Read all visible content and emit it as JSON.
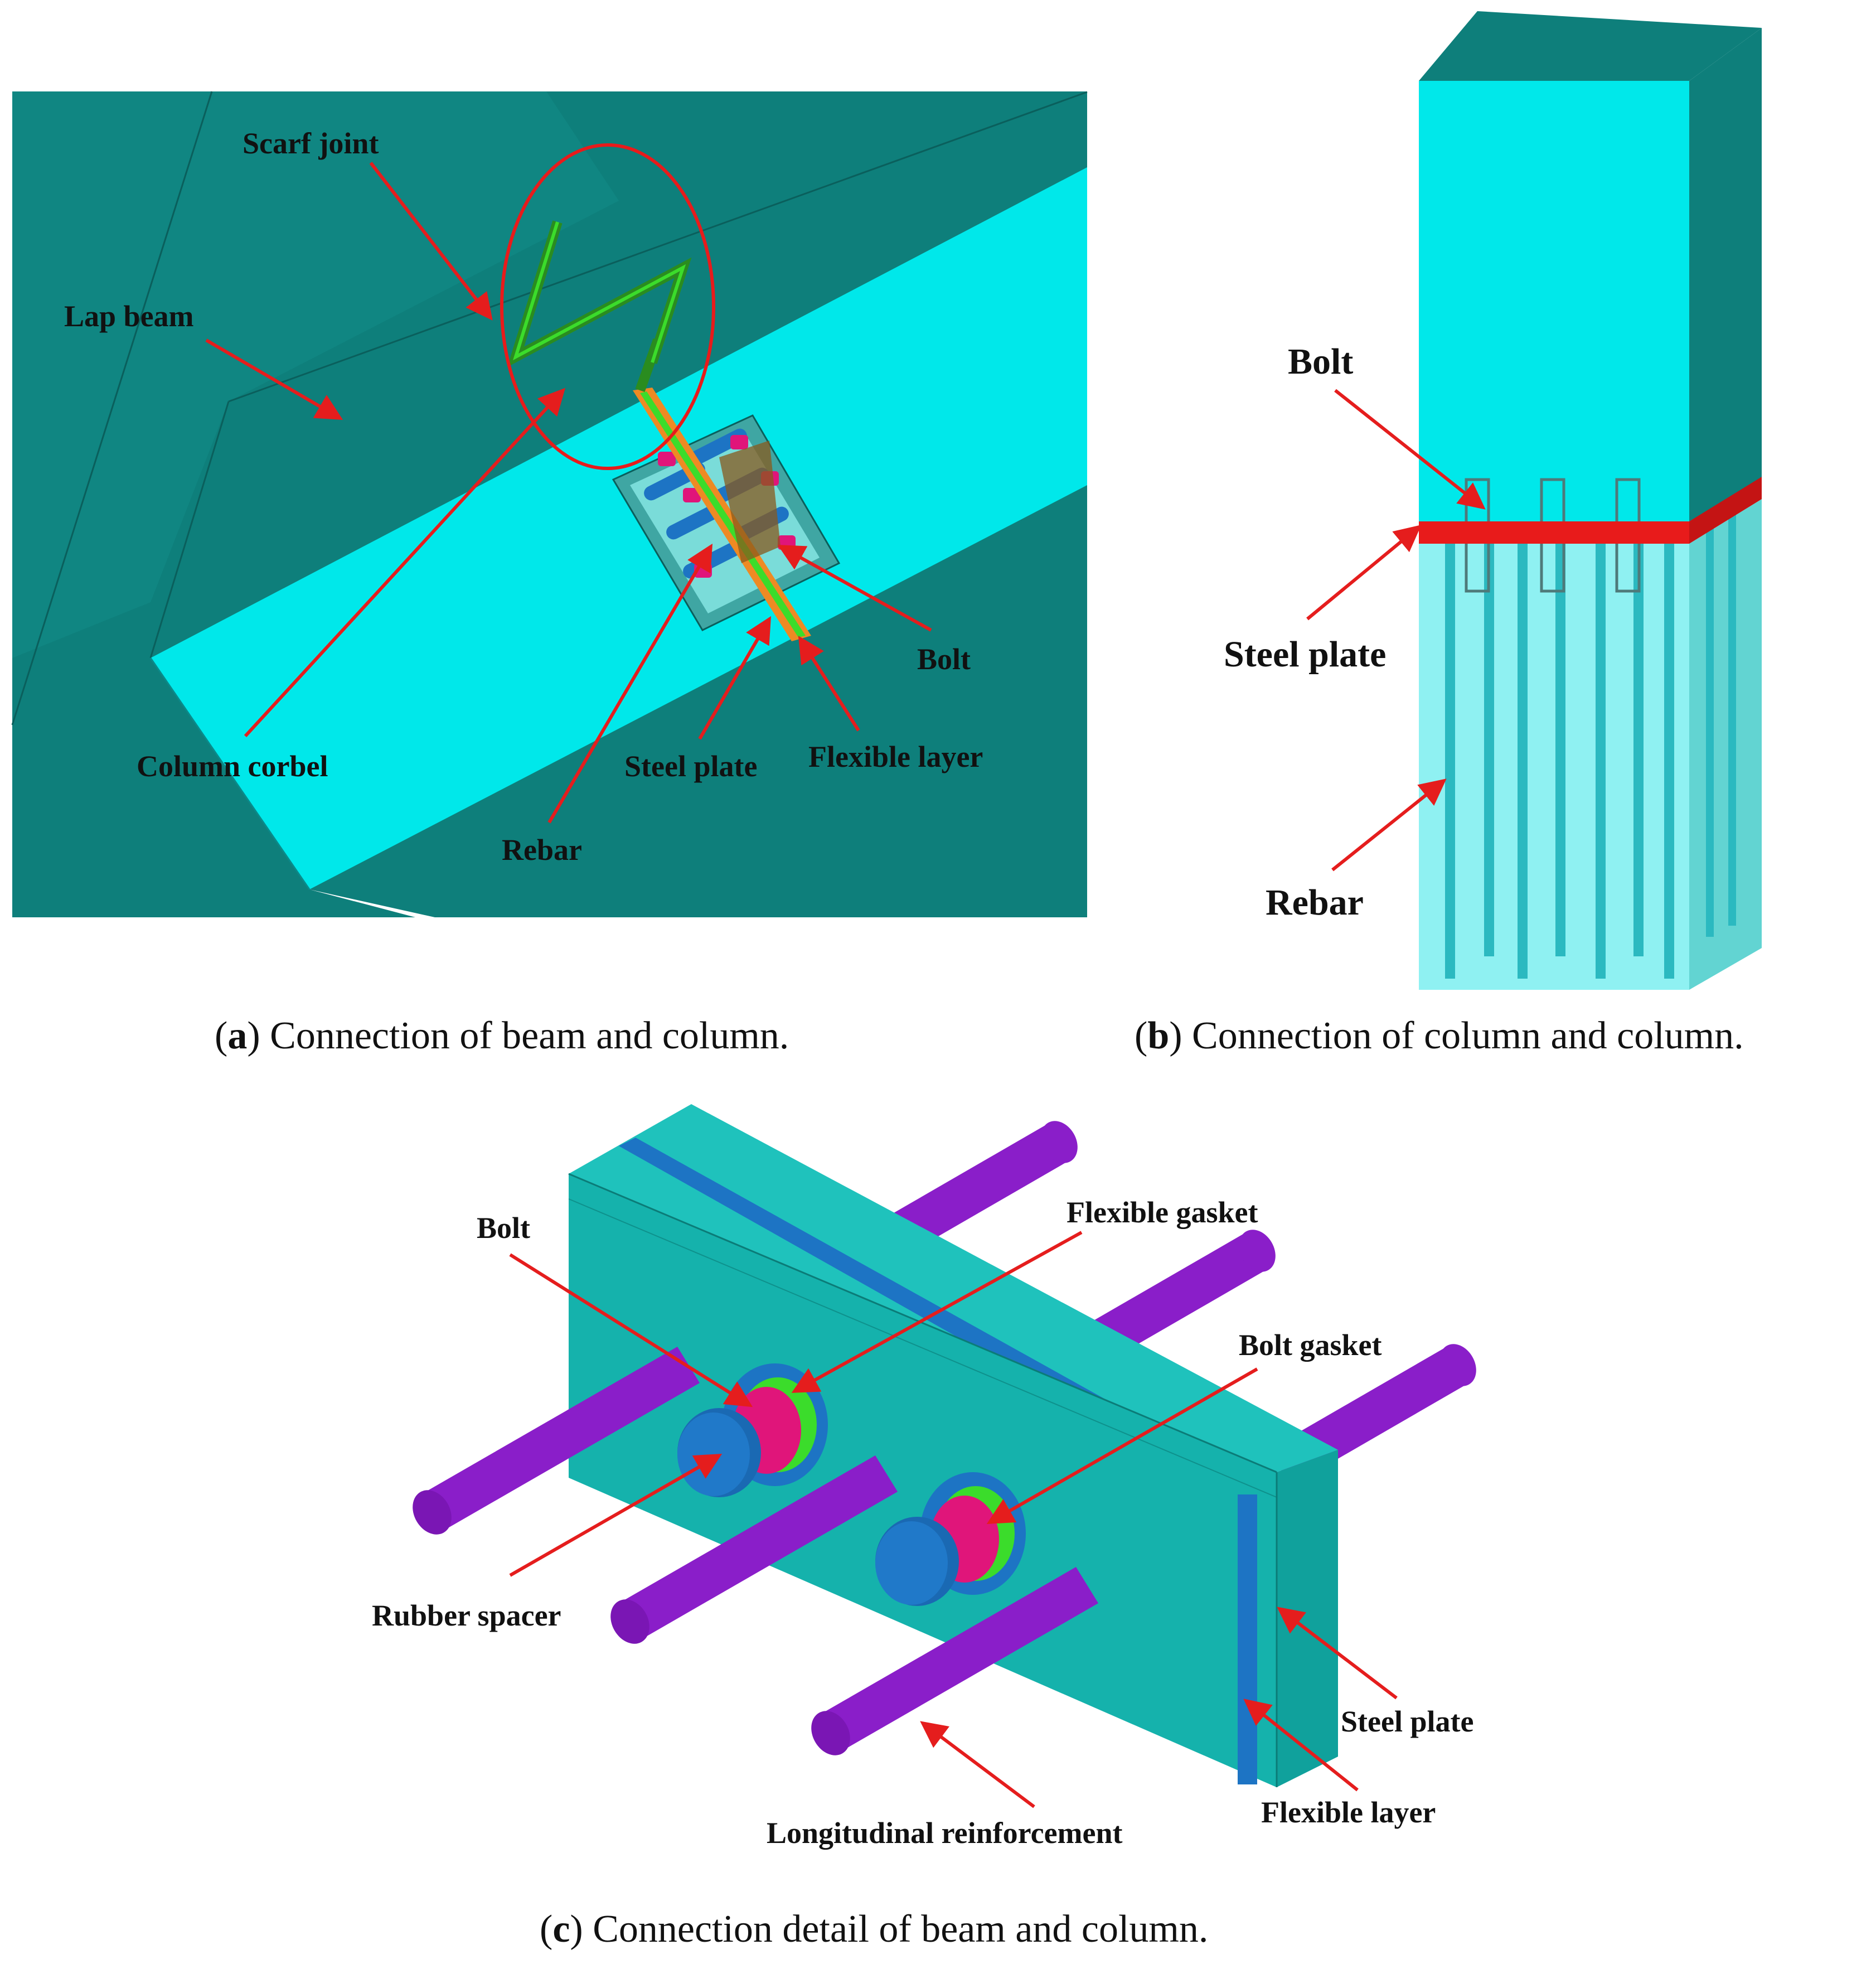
{
  "figure_a": {
    "caption_letter": "a",
    "caption_text": ") Connection of beam and column.",
    "labels": {
      "scarf_joint": "Scarf joint",
      "lap_beam": "Lap beam",
      "column_corbel": "Column corbel",
      "rebar": "Rebar",
      "steel_plate": "Steel plate",
      "flexible_layer": "Flexible layer",
      "bolt": "Bolt"
    }
  },
  "figure_b": {
    "caption_letter": "b",
    "caption_text": ") Connection of column and column.",
    "labels": {
      "bolt": "Bolt",
      "steel_plate": "Steel plate",
      "rebar": "Rebar"
    }
  },
  "figure_c": {
    "caption_letter": "c",
    "caption_text": ") Connection detail of beam and column.",
    "labels": {
      "bolt": "Bolt",
      "flexible_gasket": "Flexible gasket",
      "bolt_gasket": "Bolt gasket",
      "rubber_spacer": "Rubber spacer",
      "steel_plate": "Steel plate",
      "flexible_layer": "Flexible layer",
      "longitudinal_reinforcement": "Longitudinal reinforcement"
    }
  },
  "colors": {
    "dark_teal": "#0e7f7b",
    "cyan": "#00e8ea",
    "light_cyan": "#8ff1f2",
    "teal_plate": "#15b2ac",
    "purple_bar": "#8a1ec9",
    "blue": "#1d74c4",
    "magenta": "#e0157a",
    "green": "#3bdc2b",
    "orange": "#ee8a23",
    "red": "#e81b1b",
    "arrow_red": "#e51d1d"
  }
}
